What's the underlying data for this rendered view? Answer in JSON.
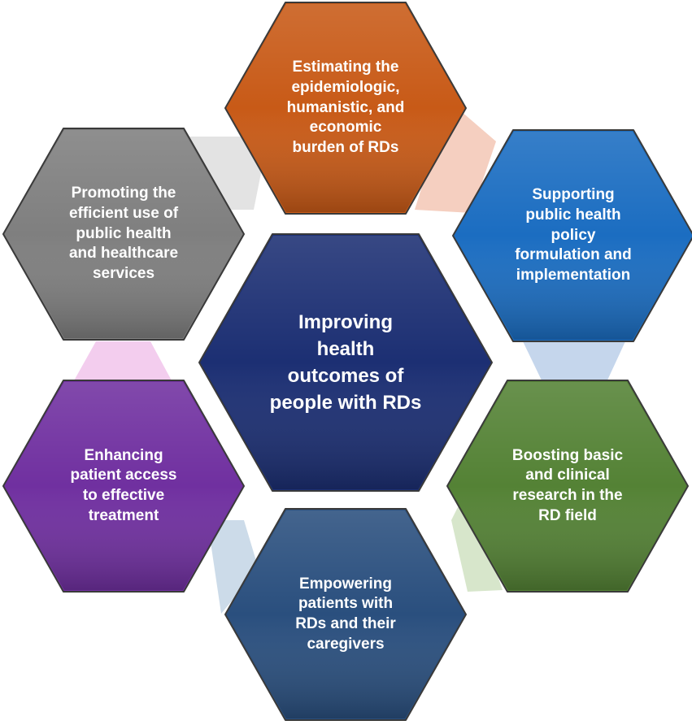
{
  "center": {
    "label": "Improving\nhealth\noutcomes of\npeople with RDs",
    "color": "#1c2f73"
  },
  "outer": [
    {
      "id": "burden",
      "label": "Estimating the\nepidemiologic,\nhumanistic, and\neconomic\nburden of RDs",
      "color": "#c85a17"
    },
    {
      "id": "policy",
      "label": "Supporting\npublic health\npolicy\nformulation and\nimplementation",
      "color": "#1b6dc1"
    },
    {
      "id": "research",
      "label": "Boosting basic\nand clinical\nresearch in the\nRD field",
      "color": "#548235"
    },
    {
      "id": "empower",
      "label": "Empowering\npatients with\nRDs and their\ncaregivers",
      "color": "#2a4f7e"
    },
    {
      "id": "access",
      "label": "Enhancing\npatient access\nto effective\ntreatment",
      "color": "#7030a0"
    },
    {
      "id": "services",
      "label": "Promoting the\nefficient use of\npublic health\nand healthcare\nservices",
      "color": "#7f7f7f"
    }
  ],
  "connector_colors": [
    "#f5cfc0",
    "#c5d6ec",
    "#d7e6cb",
    "#ccdbe9",
    "#f3cdee",
    "#e3e3e3"
  ]
}
